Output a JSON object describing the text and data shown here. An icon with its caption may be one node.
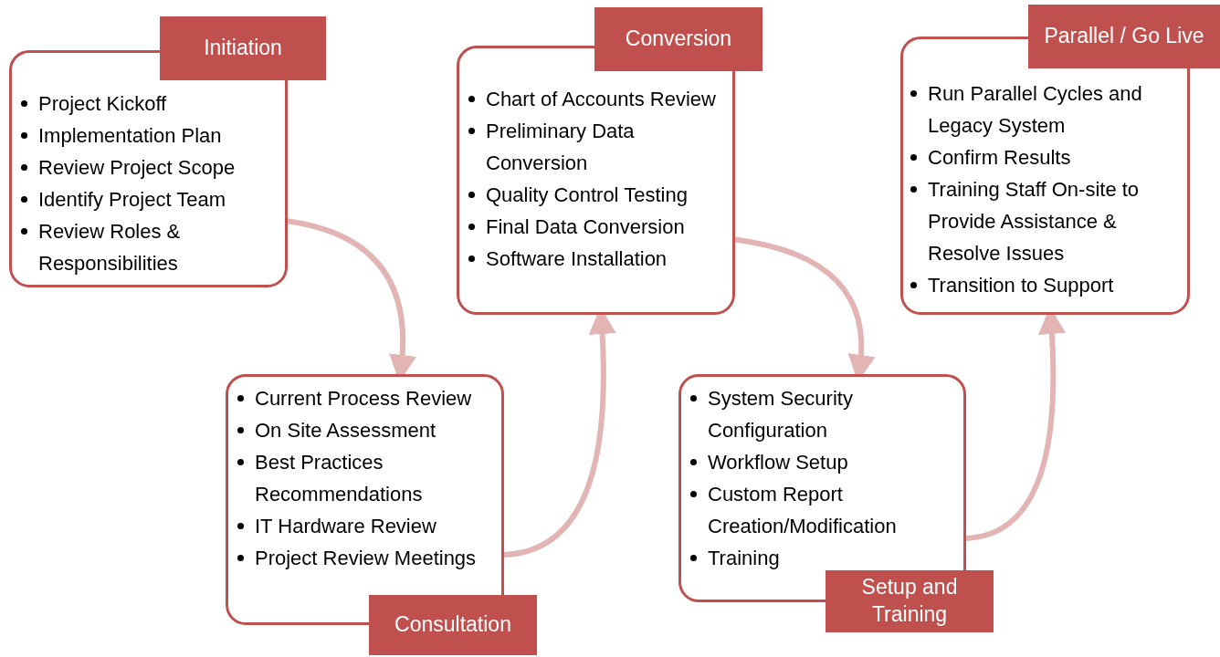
{
  "diagram": {
    "nodes": [
      {
        "text": [
          "Initiation",
          "Project Kickoff",
          "Implementation Plan",
          "Review Project Scope",
          "Identify Project Team",
          "Review Roles & Responsibilities"
        ]
      },
      {
        "text": [
          "Current Process Review",
          "On Site Assessment",
          "Best Practices Recommendations",
          "IT Hardware Review",
          "Project Review Meetings",
          "Consultation"
        ]
      },
      {
        "text": [
          "Conversion",
          "Chart of Accounts Review",
          "Preliminary Data Conversion",
          "Quality Control Testing",
          "Final Data Conversion",
          "Software Installation"
        ]
      },
      {
        "text": [
          "System Security Configuration",
          "Workflow Setup",
          "Custom Report Creation/Modification",
          "Training",
          "Setup and Training"
        ]
      },
      {
        "text": [
          "Parallel / Go Live",
          "Run Parallel Cycles and Legacy System",
          "Confirm Results",
          "Training Staff On-site to Provide Assistance & Resolve Issues",
          "Transition to Support"
        ]
      }
    ],
    "edges": [
      {
        "from": 0,
        "to": 1,
        "arrow": "to"
      },
      {
        "from": 1,
        "to": 2,
        "arrow": "to"
      },
      {
        "from": 2,
        "to": 3,
        "arrow": "to"
      },
      {
        "from": 3,
        "to": 4,
        "arrow": "to"
      }
    ]
  }
}
